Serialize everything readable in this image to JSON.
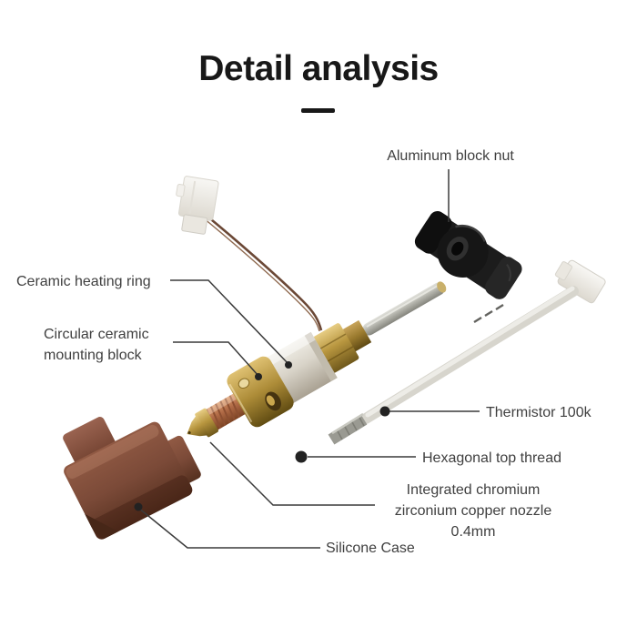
{
  "title": {
    "text": "Detail analysis"
  },
  "labels": {
    "aluminum_block_nut": "Aluminum block nut",
    "ceramic_heating_ring": "Ceramic heating ring",
    "circular_ceramic_mounting_block": [
      "Circular ceramic",
      "mounting block"
    ],
    "thermistor": "Thermistor 100k",
    "hexagonal_top_thread": "Hexagonal top thread",
    "nozzle": [
      "Integrated chromium",
      "zirconium copper nozzle",
      "0.4mm"
    ],
    "silicone_case": "Silicone Case"
  },
  "colors": {
    "background": "#ffffff",
    "title_text": "#181818",
    "label_text": "#3f3f3f",
    "leader_line": "#3a3a3a",
    "brass": "#b8963f",
    "copper": "#b06a46",
    "ceramic_white": "#d9d4c9",
    "steel": "#b6b6ae",
    "black_nut": "#1a1a1a",
    "silicone_brown": "#7b4a38",
    "connector_white": "#f2f0ec"
  }
}
